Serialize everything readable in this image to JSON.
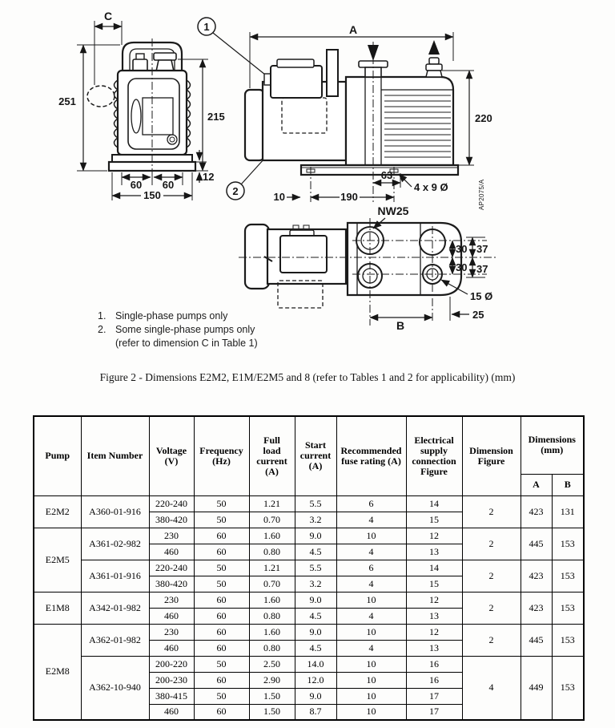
{
  "figure": {
    "caption": "Figure 2 - Dimensions E2M2, E1M/E2M5 and 8 (refer to Tables 1 and 2 for applicability)  (mm)",
    "drawing_ref": "AP2075/A",
    "callout_1": "1",
    "callout_2": "2",
    "notes": [
      {
        "num": "1.",
        "text": "Single-phase pumps only"
      },
      {
        "num": "2.",
        "text": "Some single-phase pumps only"
      },
      {
        "num": "",
        "text": "(refer to dimension C in Table 1)"
      }
    ],
    "front_view": {
      "dim_c": "C",
      "dim_251": "251",
      "dim_215": "215",
      "dim_60_left": "60",
      "dim_60_right": "60",
      "dim_150": "150",
      "dim_12": "12"
    },
    "side_view": {
      "dim_a": "A",
      "dim_220": "220",
      "dim_63": "63",
      "dim_190": "190",
      "dim_10": "10",
      "dim_holes": "4 x 9 Ø"
    },
    "plan_view": {
      "port": "NW25",
      "dim_30_top": "30",
      "dim_30_bottom": "30",
      "dim_37_top": "37",
      "dim_37_bottom": "37",
      "dim_15": "15 Ø",
      "dim_b": "B",
      "dim_25": "25"
    }
  },
  "table": {
    "headers": {
      "pump": "Pump",
      "item_number": "Item Number",
      "voltage": "Voltage\n(V)",
      "frequency": "Frequency\n(Hz)",
      "full_load_current": "Full\nload\ncurrent\n(A)",
      "start_current": "Start\ncurrent\n(A)",
      "fuse_rating": "Recommended\nfuse rating (A)",
      "electrical_fig": "Electrical\nsupply\nconnection\nFigure",
      "dimension_fig": "Dimension\nFigure",
      "dimensions": "Dimensions\n(mm)",
      "dim_a": "A",
      "dim_b": "B"
    },
    "groups": [
      {
        "pump": "E2M2",
        "items": [
          {
            "item": "A360-01-916",
            "dim_fig": "2",
            "a": "423",
            "b": "131",
            "rows": [
              {
                "v": "220-240",
                "hz": "50",
                "flc": "1.21",
                "sc": "5.5",
                "fuse": "6",
                "ef": "14"
              },
              {
                "v": "380-420",
                "hz": "50",
                "flc": "0.70",
                "sc": "3.2",
                "fuse": "4",
                "ef": "15"
              }
            ]
          }
        ]
      },
      {
        "pump": "E2M5",
        "items": [
          {
            "item": "A361-02-982",
            "dim_fig": "2",
            "a": "445",
            "b": "153",
            "rows": [
              {
                "v": "230",
                "hz": "60",
                "flc": "1.60",
                "sc": "9.0",
                "fuse": "10",
                "ef": "12"
              },
              {
                "v": "460",
                "hz": "60",
                "flc": "0.80",
                "sc": "4.5",
                "fuse": "4",
                "ef": "13"
              }
            ]
          },
          {
            "item": "A361-01-916",
            "dim_fig": "2",
            "a": "423",
            "b": "153",
            "rows": [
              {
                "v": "220-240",
                "hz": "50",
                "flc": "1.21",
                "sc": "5.5",
                "fuse": "6",
                "ef": "14"
              },
              {
                "v": "380-420",
                "hz": "50",
                "flc": "0.70",
                "sc": "3.2",
                "fuse": "4",
                "ef": "15"
              }
            ]
          }
        ]
      },
      {
        "pump": "E1M8",
        "items": [
          {
            "item": "A342-01-982",
            "dim_fig": "2",
            "a": "423",
            "b": "153",
            "rows": [
              {
                "v": "230",
                "hz": "60",
                "flc": "1.60",
                "sc": "9.0",
                "fuse": "10",
                "ef": "12"
              },
              {
                "v": "460",
                "hz": "60",
                "flc": "0.80",
                "sc": "4.5",
                "fuse": "4",
                "ef": "13"
              }
            ]
          }
        ]
      },
      {
        "pump": "E2M8",
        "items": [
          {
            "item": "A362-01-982",
            "dim_fig": "2",
            "a": "445",
            "b": "153",
            "rows": [
              {
                "v": "230",
                "hz": "60",
                "flc": "1.60",
                "sc": "9.0",
                "fuse": "10",
                "ef": "12"
              },
              {
                "v": "460",
                "hz": "60",
                "flc": "0.80",
                "sc": "4.5",
                "fuse": "4",
                "ef": "13"
              }
            ]
          },
          {
            "item": "A362-10-940",
            "dim_fig": "4",
            "a": "449",
            "b": "153",
            "rows": [
              {
                "v": "200-220",
                "hz": "50",
                "flc": "2.50",
                "sc": "14.0",
                "fuse": "10",
                "ef": "16"
              },
              {
                "v": "200-230",
                "hz": "60",
                "flc": "2.90",
                "sc": "12.0",
                "fuse": "10",
                "ef": "16"
              },
              {
                "v": "380-415",
                "hz": "50",
                "flc": "1.50",
                "sc": "9.0",
                "fuse": "10",
                "ef": "17"
              },
              {
                "v": "460",
                "hz": "60",
                "flc": "1.50",
                "sc": "8.7",
                "fuse": "10",
                "ef": "17"
              }
            ]
          }
        ]
      }
    ]
  }
}
